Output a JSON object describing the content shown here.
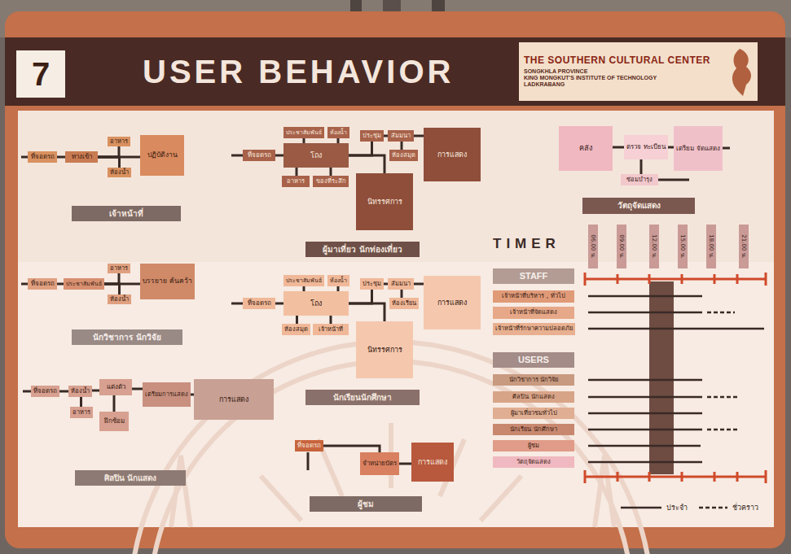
{
  "diagram": {
    "title": "USER BEHAVIOR",
    "nodes": [
      {
        "text": [
          "7"
        ]
      },
      {
        "text": [
          "THE SOUTHERN CULTURAL CENTER",
          "SONGKHLA PROVINCE",
          "KING MONGKUT'S INSTITUTE OF TECHNOLOGY",
          "LADKRABANG"
        ]
      },
      {
        "text": [
          "ที่จอดรถ"
        ]
      },
      {
        "text": [
          "ทางเข้า"
        ]
      },
      {
        "text": [
          "อาหาร"
        ]
      },
      {
        "text": [
          "ห้องน้ำ"
        ]
      },
      {
        "text": [
          "ปฏิบัติงาน"
        ]
      },
      {
        "text": [
          "เจ้าหน้าที่"
        ]
      },
      {
        "text": [
          "ที่จอดรถ"
        ]
      },
      {
        "text": [
          "ประชาสัมพันธ์"
        ]
      },
      {
        "text": [
          "ห้องน้ำ"
        ]
      },
      {
        "text": [
          "โถง"
        ]
      },
      {
        "text": [
          "อาหาร"
        ]
      },
      {
        "text": [
          "ของที่ระลึก"
        ]
      },
      {
        "text": [
          "ห้องสมุด"
        ]
      },
      {
        "text": [
          "ประชุม"
        ]
      },
      {
        "text": [
          "สัมมนา"
        ]
      },
      {
        "text": [
          "การแสดง"
        ]
      },
      {
        "text": [
          "นิทรรศการ"
        ]
      },
      {
        "text": [
          "ผู้มาเที่ยว นักท่องเที่ยว"
        ]
      },
      {
        "text": [
          "คลัง"
        ]
      },
      {
        "text": [
          "ตรวจ ทะเบียน"
        ]
      },
      {
        "text": [
          "เตรียม จัดแสดง"
        ]
      },
      {
        "text": [
          "ซ่อมบำรุง"
        ]
      },
      {
        "text": [
          "วัตถุจัดแสดง"
        ]
      },
      {
        "text": [
          "ที่จอดรถ"
        ]
      },
      {
        "text": [
          "ประชาสัมพันธ์"
        ]
      },
      {
        "text": [
          "อาหาร"
        ]
      },
      {
        "text": [
          "ห้องน้ำ"
        ]
      },
      {
        "text": [
          "บรรยาย ค้นคว้า"
        ]
      },
      {
        "text": [
          "นักวิชาการ นักวิจัย"
        ]
      },
      {
        "text": [
          "ที่จอดรถ"
        ]
      },
      {
        "text": [
          "ประชาสัมพันธ์"
        ]
      },
      {
        "text": [
          "ห้องน้ำ"
        ]
      },
      {
        "text": [
          "โถง"
        ]
      },
      {
        "text": [
          "ห้องสมุด"
        ]
      },
      {
        "text": [
          "เจ้าหน้าที่"
        ]
      },
      {
        "text": [
          "ห้องเรียน"
        ]
      },
      {
        "text": [
          "ประชุม"
        ]
      },
      {
        "text": [
          "สัมมนา"
        ]
      },
      {
        "text": [
          "การแสดง"
        ]
      },
      {
        "text": [
          "นิทรรศการ"
        ]
      },
      {
        "text": [
          "นักเรียนนักศึกษา"
        ]
      },
      {
        "text": [
          "STAFF"
        ]
      },
      {
        "text": [
          "เจ้าหน้าที่บริหาร , ทั่วไป"
        ]
      },
      {
        "text": [
          "เจ้าหน้าที่จัดแสดง"
        ]
      },
      {
        "text": [
          "เจ้าหน้าที่รักษาความปลอดภัย"
        ]
      },
      {
        "text": [
          "USERS"
        ]
      },
      {
        "text": [
          "นักวิชาการ นักวิจัย"
        ]
      },
      {
        "text": [
          "ศิลปิน นักแสดง"
        ]
      },
      {
        "text": [
          "ผู้มาเที่ยวชมทั่วไป"
        ]
      },
      {
        "text": [
          "นักเรียน นักศึกษา"
        ]
      },
      {
        "text": [
          "ผู้ชม"
        ]
      },
      {
        "text": [
          "วัตถุจัดแสดง"
        ]
      },
      {
        "text": [
          "ที่จอดรถ"
        ]
      },
      {
        "text": [
          "ห้องน้ำ"
        ]
      },
      {
        "text": [
          "อาหาร"
        ]
      },
      {
        "text": [
          "แต่งตัว"
        ]
      },
      {
        "text": [
          "ฝึกซ้อม"
        ]
      },
      {
        "text": [
          "เตรียมการแสดง"
        ]
      },
      {
        "text": [
          "การแสดง"
        ]
      },
      {
        "text": [
          "ศิลปิน นักแสดง"
        ]
      },
      {
        "text": [
          "ที่จอดรถ"
        ]
      },
      {
        "text": [
          "จำหน่ายบัตร"
        ]
      },
      {
        "text": [
          "การแสดง"
        ]
      },
      {
        "text": [
          "ผู้ชม"
        ]
      }
    ],
    "edges": [
      {
        "from": 2,
        "to": 3,
        "arrow": "none"
      },
      {
        "from": 3,
        "to": 4,
        "arrow": "none"
      },
      {
        "from": 3,
        "to": 5,
        "arrow": "none"
      },
      {
        "from": 3,
        "to": 6,
        "arrow": "none"
      },
      {
        "from": 8,
        "to": 11,
        "arrow": "none"
      },
      {
        "from": 11,
        "to": 9,
        "arrow": "none"
      },
      {
        "from": 11,
        "to": 10,
        "arrow": "none"
      },
      {
        "from": 11,
        "to": 12,
        "arrow": "none"
      },
      {
        "from": 11,
        "to": 13,
        "arrow": "none"
      },
      {
        "from": 11,
        "to": 15,
        "arrow": "none"
      },
      {
        "from": 15,
        "to": 16,
        "arrow": "none"
      },
      {
        "from": 16,
        "to": 17,
        "arrow": "none"
      },
      {
        "from": 16,
        "to": 14,
        "arrow": "none"
      },
      {
        "from": 11,
        "to": 18,
        "arrow": "none"
      },
      {
        "from": 20,
        "to": 21,
        "arrow": "none"
      },
      {
        "from": 21,
        "to": 22,
        "arrow": "none"
      },
      {
        "from": 21,
        "to": 23,
        "arrow": "none"
      },
      {
        "from": 25,
        "to": 26,
        "arrow": "none"
      },
      {
        "from": 26,
        "to": 27,
        "arrow": "none"
      },
      {
        "from": 26,
        "to": 28,
        "arrow": "none"
      },
      {
        "from": 26,
        "to": 29,
        "arrow": "none"
      },
      {
        "from": 31,
        "to": 34,
        "arrow": "none"
      },
      {
        "from": 34,
        "to": 32,
        "arrow": "none"
      },
      {
        "from": 34,
        "to": 33,
        "arrow": "none"
      },
      {
        "from": 34,
        "to": 35,
        "arrow": "none"
      },
      {
        "from": 34,
        "to": 36,
        "arrow": "none"
      },
      {
        "from": 34,
        "to": 38,
        "arrow": "none"
      },
      {
        "from": 38,
        "to": 39,
        "arrow": "none"
      },
      {
        "from": 39,
        "to": 40,
        "arrow": "none"
      },
      {
        "from": 39,
        "to": 37,
        "arrow": "none"
      },
      {
        "from": 34,
        "to": 41,
        "arrow": "none"
      },
      {
        "from": 54,
        "to": 55,
        "arrow": "none"
      },
      {
        "from": 55,
        "to": 56,
        "arrow": "none"
      },
      {
        "from": 55,
        "to": 57,
        "arrow": "none"
      },
      {
        "from": 57,
        "to": 58,
        "arrow": "none"
      },
      {
        "from": 57,
        "to": 59,
        "arrow": "none"
      },
      {
        "from": 59,
        "to": 60,
        "arrow": "none"
      },
      {
        "from": 62,
        "to": 63,
        "arrow": "none"
      },
      {
        "from": 63,
        "to": 64,
        "arrow": "none"
      }
    ],
    "labels": [
      "TIMER",
      "06.00 น.",
      "09.00 น.",
      "12.00 น.",
      "15.00 น.",
      "18.00 น.",
      "21.00 น."
    ],
    "legend": [
      {
        "text": "ประจำ"
      },
      {
        "text": "ชั่วคราว"
      }
    ]
  }
}
